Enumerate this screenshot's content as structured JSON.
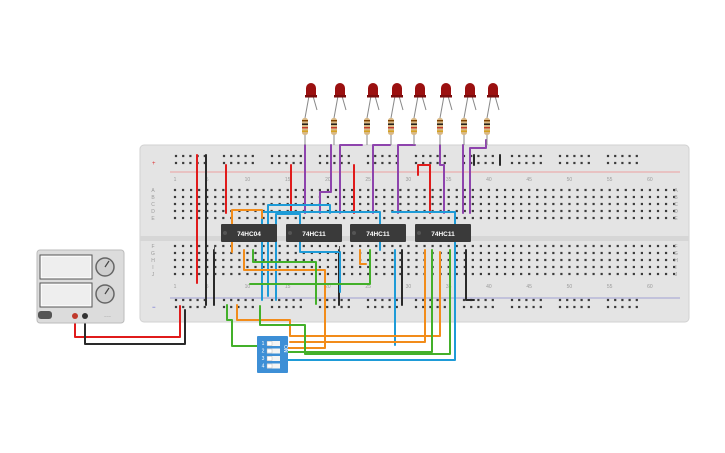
{
  "breadboard": {
    "column_numbers": [
      "1",
      "5",
      "10",
      "15",
      "20",
      "25",
      "30",
      "35",
      "40",
      "45",
      "50",
      "55",
      "60"
    ],
    "row_letters_top": [
      "A",
      "B",
      "C",
      "D",
      "E"
    ],
    "row_letters_bottom": [
      "F",
      "G",
      "H",
      "I",
      "J"
    ],
    "rail_plus": "+",
    "rail_minus": "−"
  },
  "chips": [
    {
      "label": "74HC04"
    },
    {
      "label": "74HC11"
    },
    {
      "label": "74HC11"
    },
    {
      "label": "74HC11"
    }
  ],
  "dip_switch": {
    "on_label": "ON",
    "numbers": [
      "1",
      "2",
      "3",
      "4"
    ]
  },
  "power_supply": {
    "brand_text": "~~~"
  },
  "led_count": 8,
  "colors": {
    "board": "#e4e4e4",
    "chip": "#3a3a3a",
    "wire_red": "#e01b1b",
    "wire_black": "#2a2a2a",
    "wire_purple": "#8e44ad",
    "wire_cyan": "#1e9bd7",
    "wire_orange": "#f28c1a",
    "wire_green": "#43b02a",
    "dip": "#3d8fd6",
    "led": "#9b1010"
  }
}
